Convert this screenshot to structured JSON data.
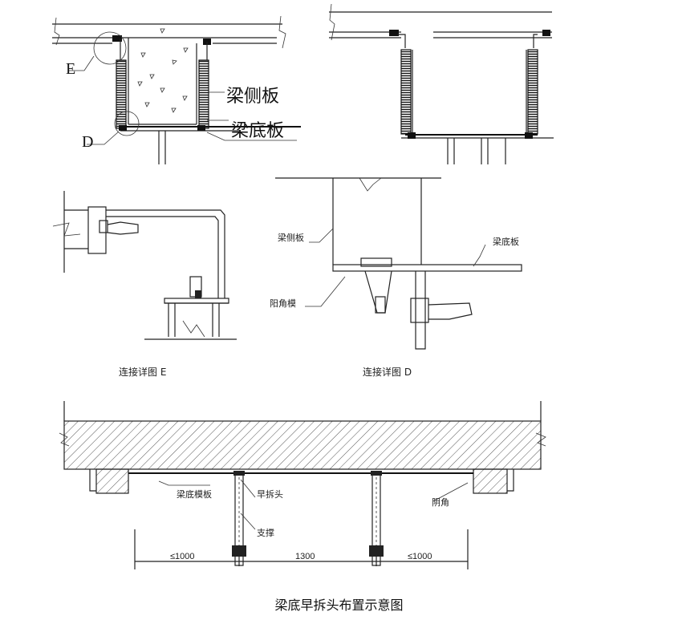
{
  "top_left": {
    "label_E": "E",
    "label_D": "D",
    "label_beam_side": "梁侧板",
    "label_beam_bottom": "梁底板"
  },
  "detail_E": {
    "caption": "连接详图 E"
  },
  "detail_D": {
    "label_beam_side": "梁侧板",
    "label_beam_bottom": "梁底板",
    "label_corner": "阳角模",
    "caption": "连接详图 D"
  },
  "bottom": {
    "label_bottom_form": "梁底模板",
    "label_early_strip": "早拆头",
    "label_corner": "阴角",
    "label_support": "支撑",
    "dim_left": "≤1000",
    "dim_mid": "1300",
    "dim_right": "≤1000",
    "caption": "梁底早拆头布置示意图"
  }
}
